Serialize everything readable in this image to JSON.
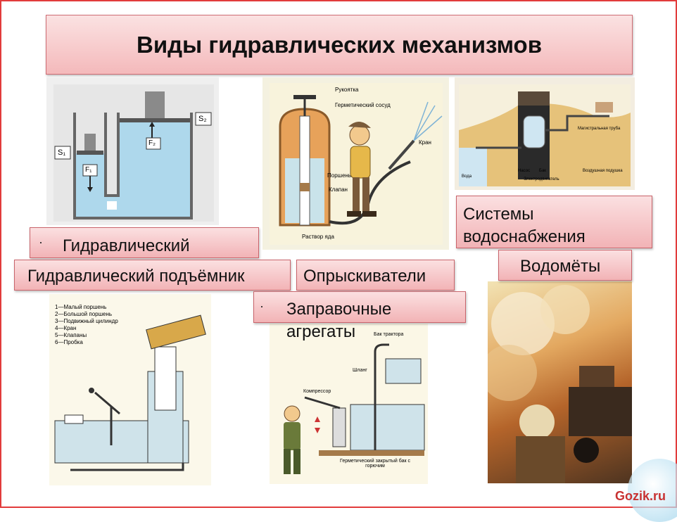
{
  "title": "Виды гидравлических механизмов",
  "labels": {
    "hydraulic": "Гидравлический",
    "lift": "Гидравлический подъёмник",
    "sprayers": "Опрыскиватели",
    "water_supply": "Системы водоснабжения",
    "water_cannons": "Водомёты",
    "refueling": "Заправочные агрегаты"
  },
  "diagram_press": {
    "s1": "S₁",
    "s2": "S₂",
    "f1": "F₁",
    "f2": "F₂"
  },
  "diagram_sprayer": {
    "handle": "Рукоятка",
    "vessel": "Герметический сосуд",
    "tap": "Кран",
    "piston": "Поршень",
    "valve": "Клапан",
    "solution": "Раствор яда"
  },
  "diagram_water": {
    "water": "Вода",
    "pump": "Насос",
    "tank": "Бак",
    "motor": "Электродвигатель",
    "main_pipe": "Магистральная труба",
    "air_cushion": "Воздушная подушка"
  },
  "diagram_lift": {
    "legend": [
      "1—Малый поршень",
      "2—Большой поршень",
      "3—Подвижный цилиндр",
      "4—Кран",
      "5—Клапаны",
      "6—Пробка"
    ]
  },
  "diagram_refuel": {
    "tractor_tank": "Бак трактора",
    "hose": "Шланг",
    "compressor": "Компрессор",
    "sealed_tank": "Герметический закрытый бак с горючим"
  },
  "watermark": "Gozik.ru"
}
